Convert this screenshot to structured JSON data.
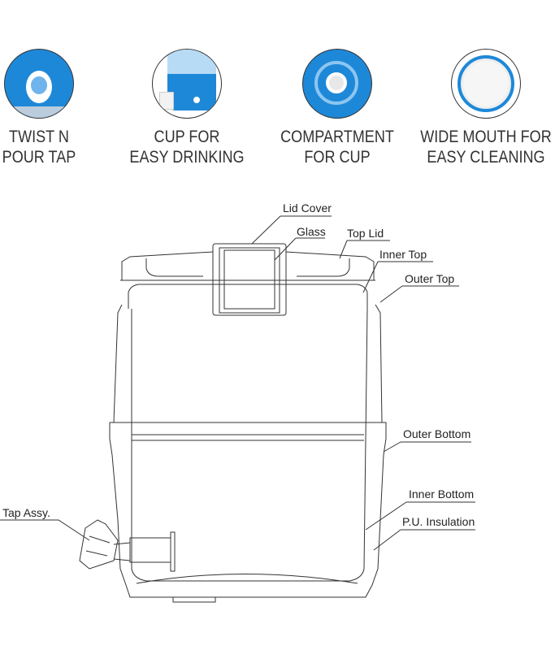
{
  "features": [
    {
      "line1": "TWIST N",
      "line2": "POUR TAP",
      "icon": "tap-icon"
    },
    {
      "line1": "CUP FOR",
      "line2": "EASY DRINKING",
      "icon": "cup-icon"
    },
    {
      "line1": "COMPARTMENT",
      "line2": "FOR CUP",
      "icon": "compartment-icon"
    },
    {
      "line1": "WIDE MOUTH FOR",
      "line2": "EASY CLEANING",
      "icon": "wide-mouth-icon"
    }
  ],
  "diagram": {
    "labels": {
      "lid_cover": "Lid Cover",
      "glass": "Glass",
      "top_lid": "Top Lid",
      "inner_top": "Inner Top",
      "outer_top": "Outer Top",
      "outer_bottom": "Outer Bottom",
      "inner_bottom": "Inner Bottom",
      "pu_insulation": "P.U. Insulation",
      "tap_assy": "Tap Assy."
    }
  },
  "colors": {
    "brand_blue": "#1e88d8",
    "light_blue": "#8cc6f0",
    "text": "#333333"
  }
}
